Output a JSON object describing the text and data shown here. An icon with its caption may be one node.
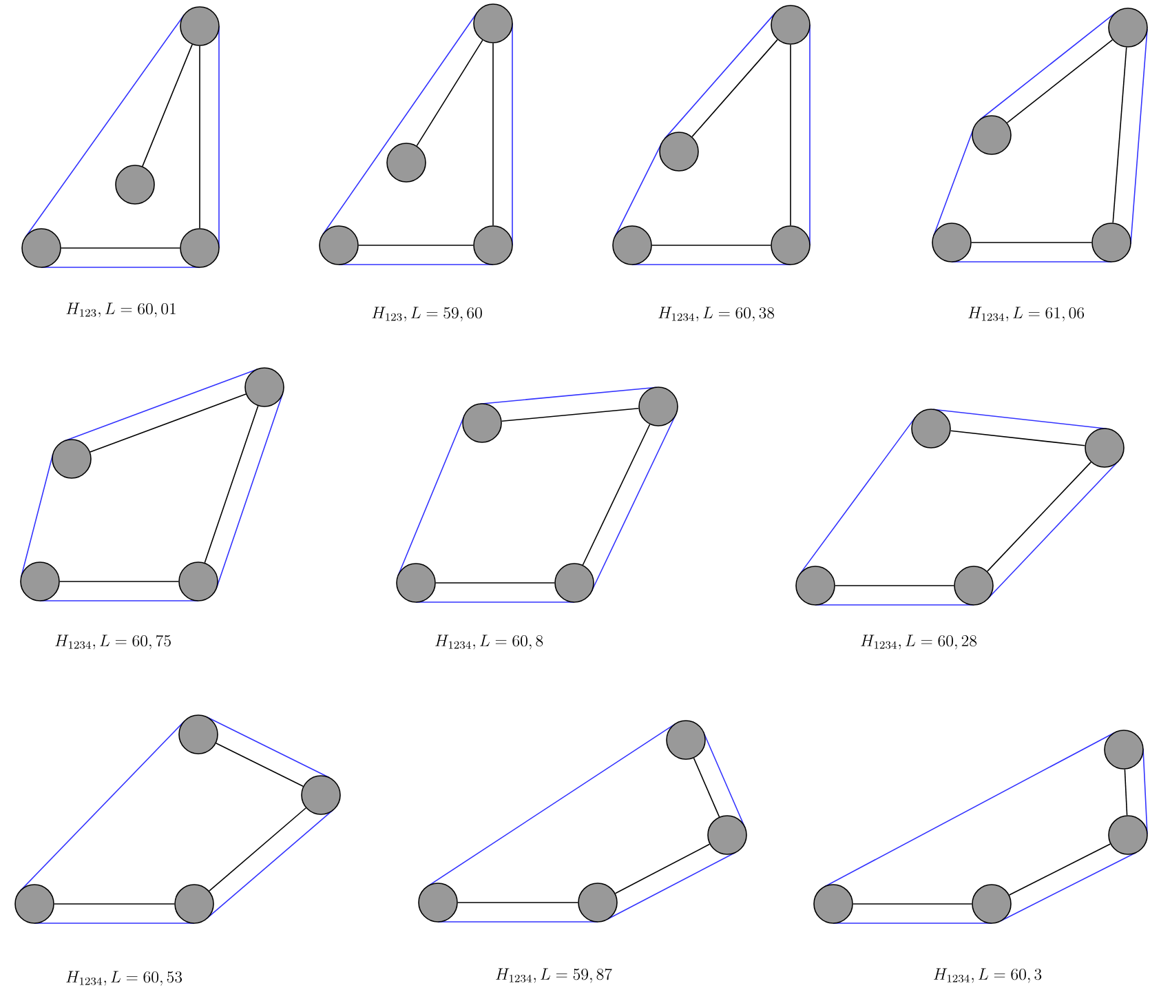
{
  "diagram": {
    "nodes": [
      {
        "text": [],
        "shape": "circle"
      },
      {
        "text": [],
        "shape": "circle"
      },
      {
        "text": [],
        "shape": "circle"
      },
      {
        "text": [],
        "shape": "circle"
      },
      {
        "text": [],
        "shape": "circle"
      },
      {
        "text": [],
        "shape": "circle"
      },
      {
        "text": [],
        "shape": "circle"
      },
      {
        "text": [],
        "shape": "circle"
      },
      {
        "text": [],
        "shape": "circle"
      },
      {
        "text": [],
        "shape": "circle"
      },
      {
        "text": [],
        "shape": "circle"
      },
      {
        "text": [],
        "shape": "circle"
      },
      {
        "text": [],
        "shape": "circle"
      },
      {
        "text": [],
        "shape": "circle"
      },
      {
        "text": [],
        "shape": "circle"
      },
      {
        "text": [],
        "shape": "circle"
      },
      {
        "text": [],
        "shape": "circle"
      },
      {
        "text": [],
        "shape": "circle"
      },
      {
        "text": [],
        "shape": "circle"
      },
      {
        "text": [],
        "shape": "circle"
      },
      {
        "text": [],
        "shape": "circle"
      },
      {
        "text": [],
        "shape": "circle"
      },
      {
        "text": [],
        "shape": "circle"
      },
      {
        "text": [],
        "shape": "circle"
      },
      {
        "text": [],
        "shape": "circle"
      },
      {
        "text": [],
        "shape": "circle"
      },
      {
        "text": [],
        "shape": "circle"
      },
      {
        "text": [],
        "shape": "circle"
      },
      {
        "text": [],
        "shape": "circle"
      },
      {
        "text": [],
        "shape": "circle"
      },
      {
        "text": [],
        "shape": "circle"
      },
      {
        "text": [],
        "shape": "circle"
      },
      {
        "text": [],
        "shape": "circle"
      },
      {
        "text": [],
        "shape": "circle"
      },
      {
        "text": [],
        "shape": "circle"
      },
      {
        "text": [],
        "shape": "circle"
      },
      {
        "text": [],
        "shape": "circle"
      },
      {
        "text": [],
        "shape": "circle"
      },
      {
        "text": [],
        "shape": "circle"
      },
      {
        "text": [],
        "shape": "circle"
      }
    ],
    "edges": [
      {
        "from": 0,
        "to": 1,
        "arrow": "none"
      },
      {
        "from": 1,
        "to": 2,
        "arrow": "none"
      },
      {
        "from": 2,
        "to": 3,
        "arrow": "none"
      },
      {
        "from": 4,
        "to": 5,
        "arrow": "none"
      },
      {
        "from": 5,
        "to": 6,
        "arrow": "none"
      },
      {
        "from": 6,
        "to": 7,
        "arrow": "none"
      },
      {
        "from": 8,
        "to": 9,
        "arrow": "none"
      },
      {
        "from": 9,
        "to": 10,
        "arrow": "none"
      },
      {
        "from": 10,
        "to": 11,
        "arrow": "none"
      },
      {
        "from": 12,
        "to": 13,
        "arrow": "none"
      },
      {
        "from": 13,
        "to": 14,
        "arrow": "none"
      },
      {
        "from": 14,
        "to": 15,
        "arrow": "none"
      },
      {
        "from": 16,
        "to": 17,
        "arrow": "none"
      },
      {
        "from": 17,
        "to": 18,
        "arrow": "none"
      },
      {
        "from": 18,
        "to": 19,
        "arrow": "none"
      },
      {
        "from": 20,
        "to": 21,
        "arrow": "none"
      },
      {
        "from": 21,
        "to": 22,
        "arrow": "none"
      },
      {
        "from": 22,
        "to": 23,
        "arrow": "none"
      },
      {
        "from": 24,
        "to": 25,
        "arrow": "none"
      },
      {
        "from": 25,
        "to": 26,
        "arrow": "none"
      },
      {
        "from": 26,
        "to": 27,
        "arrow": "none"
      },
      {
        "from": 28,
        "to": 29,
        "arrow": "none"
      },
      {
        "from": 29,
        "to": 30,
        "arrow": "none"
      },
      {
        "from": 30,
        "to": 31,
        "arrow": "none"
      },
      {
        "from": 32,
        "to": 33,
        "arrow": "none"
      },
      {
        "from": 33,
        "to": 34,
        "arrow": "none"
      },
      {
        "from": 34,
        "to": 35,
        "arrow": "none"
      },
      {
        "from": 36,
        "to": 37,
        "arrow": "none"
      },
      {
        "from": 37,
        "to": 38,
        "arrow": "none"
      },
      {
        "from": 38,
        "to": 39,
        "arrow": "none"
      }
    ],
    "labels": [
      "H_{123}, L = 60,01",
      "H_{123}, L = 59,60",
      "H_{1234}, L = 60,38",
      "H_{1234}, L = 61,06",
      "H_{1234}, L = 60,75",
      "H_{1234}, L = 60,8",
      "H_{1234}, L = 60,28",
      "H_{1234}, L = 60,53",
      "H_{1234}, L = 59,87",
      "H_{1234}, L = 60,3"
    ]
  }
}
